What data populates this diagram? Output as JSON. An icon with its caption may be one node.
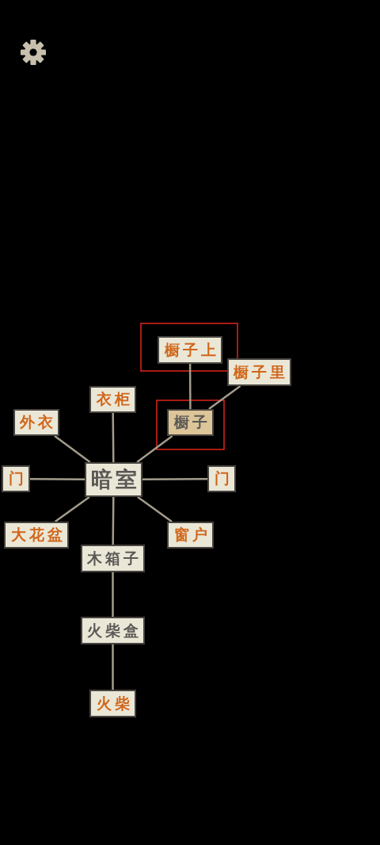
{
  "diagram": {
    "nodes": [
      {
        "text": [
          "暗室"
        ]
      },
      {
        "text": [
          "衣柜"
        ]
      },
      {
        "text": [
          "外衣"
        ]
      },
      {
        "text": [
          "橱子"
        ]
      },
      {
        "text": [
          "橱子上"
        ]
      },
      {
        "text": [
          "橱子里"
        ]
      },
      {
        "text": [
          "门"
        ]
      },
      {
        "text": [
          "门"
        ]
      },
      {
        "text": [
          "大花盆"
        ]
      },
      {
        "text": [
          "窗户"
        ]
      },
      {
        "text": [
          "木箱子"
        ]
      },
      {
        "text": [
          "火柴盒"
        ]
      },
      {
        "text": [
          "火柴"
        ]
      }
    ],
    "edges": [
      {
        "from": 0,
        "to": 1,
        "arrow": "none"
      },
      {
        "from": 0,
        "to": 2,
        "arrow": "none"
      },
      {
        "from": 0,
        "to": 3,
        "arrow": "none"
      },
      {
        "from": 3,
        "to": 4,
        "arrow": "none"
      },
      {
        "from": 3,
        "to": 5,
        "arrow": "none"
      },
      {
        "from": 0,
        "to": 6,
        "arrow": "none"
      },
      {
        "from": 0,
        "to": 7,
        "arrow": "none"
      },
      {
        "from": 0,
        "to": 8,
        "arrow": "none"
      },
      {
        "from": 0,
        "to": 9,
        "arrow": "none"
      },
      {
        "from": 0,
        "to": 10,
        "arrow": "none"
      },
      {
        "from": 10,
        "to": 11,
        "arrow": "none"
      },
      {
        "from": 11,
        "to": 12,
        "arrow": "none"
      }
    ]
  }
}
